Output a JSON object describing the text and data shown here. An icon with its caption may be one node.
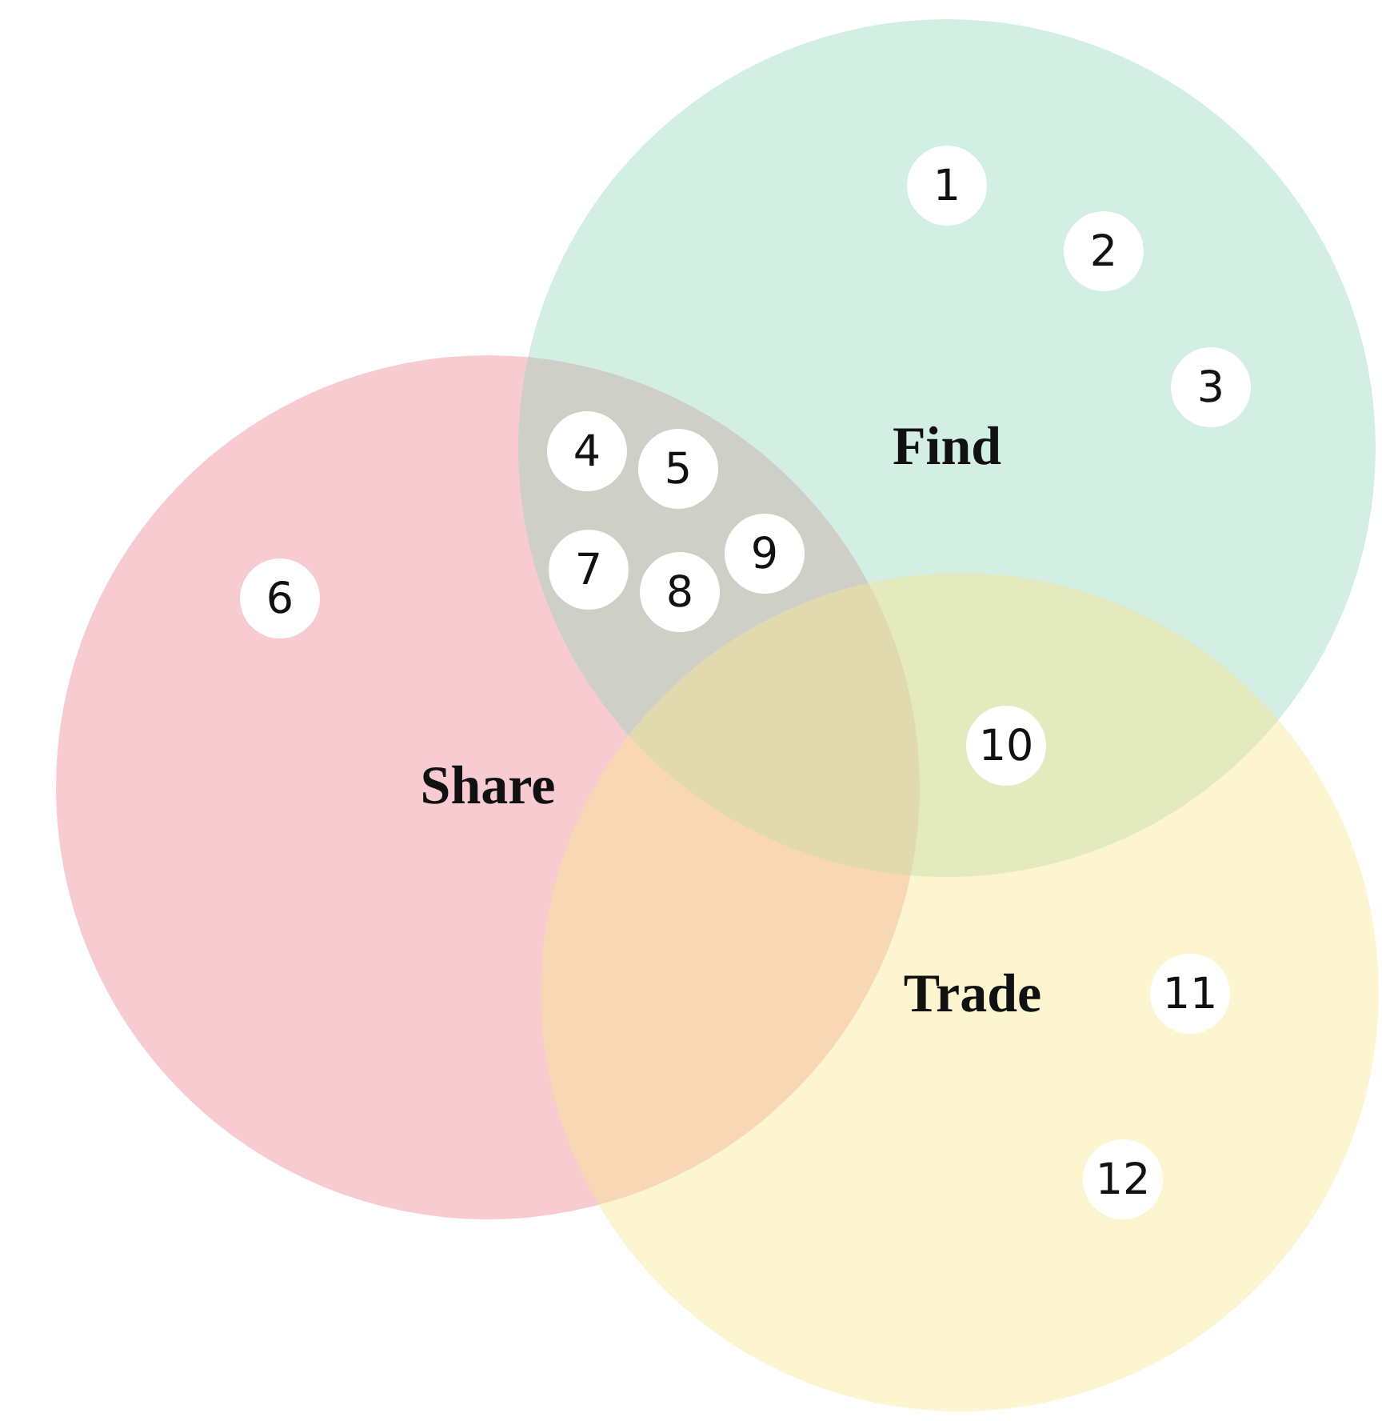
{
  "diagram": {
    "nodes": [
      {
        "text": [
          "Find"
        ]
      },
      {
        "text": [
          "1"
        ],
        "in": 0
      },
      {
        "text": [
          "2"
        ],
        "in": 0
      },
      {
        "text": [
          "3"
        ],
        "in": 0
      },
      {
        "text": [
          "Share"
        ]
      },
      {
        "text": [
          "4"
        ]
      },
      {
        "text": [
          "5"
        ]
      },
      {
        "text": [
          "6"
        ],
        "in": 4
      },
      {
        "text": [
          "7"
        ]
      },
      {
        "text": [
          "8"
        ]
      },
      {
        "text": [
          "9"
        ]
      },
      {
        "text": [
          "10"
        ]
      },
      {
        "text": [
          "Trade"
        ]
      },
      {
        "text": [
          "11"
        ],
        "in": 12
      },
      {
        "text": [
          "12"
        ],
        "in": 12
      }
    ],
    "edges": []
  }
}
